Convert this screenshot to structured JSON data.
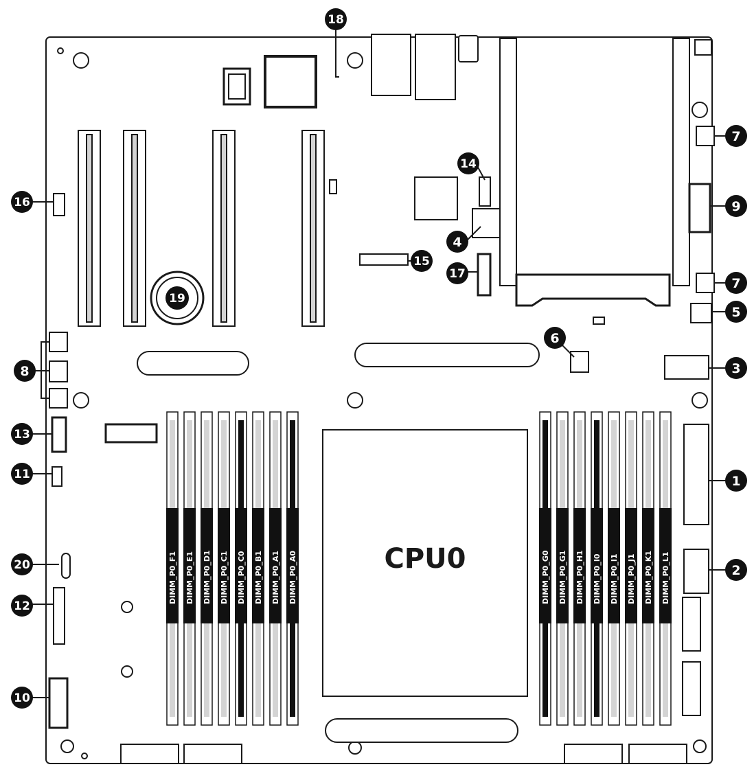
{
  "cpu_label": "CPU0",
  "dimm_left": [
    "DIMM_P0_F1",
    "DIMM_P0_E1",
    "DIMM_P0_D1",
    "DIMM_P0_C1",
    "DIMM_P0_C0",
    "DIMM_P0_B1",
    "DIMM_P0_A1",
    "DIMM_P0_A0"
  ],
  "dimm_right": [
    "DIMM_P0_G0",
    "DIMM_P0_G1",
    "DIMM_P0_H1",
    "DIMM_P0_I0",
    "DIMM_P0_I1",
    "DIMM_P0_J1",
    "DIMM_P0_K1",
    "DIMM_P0_L1"
  ],
  "callouts": [
    "1",
    "2",
    "3",
    "4",
    "5",
    "6",
    "7",
    "7",
    "8",
    "9",
    "10",
    "11",
    "12",
    "13",
    "14",
    "15",
    "16",
    "17",
    "18",
    "19",
    "20"
  ],
  "colors": {
    "outline": "#1a1a1a",
    "slot_light": "#d4d4d4",
    "slot_dark": "#111111",
    "board": "#ffffff"
  }
}
